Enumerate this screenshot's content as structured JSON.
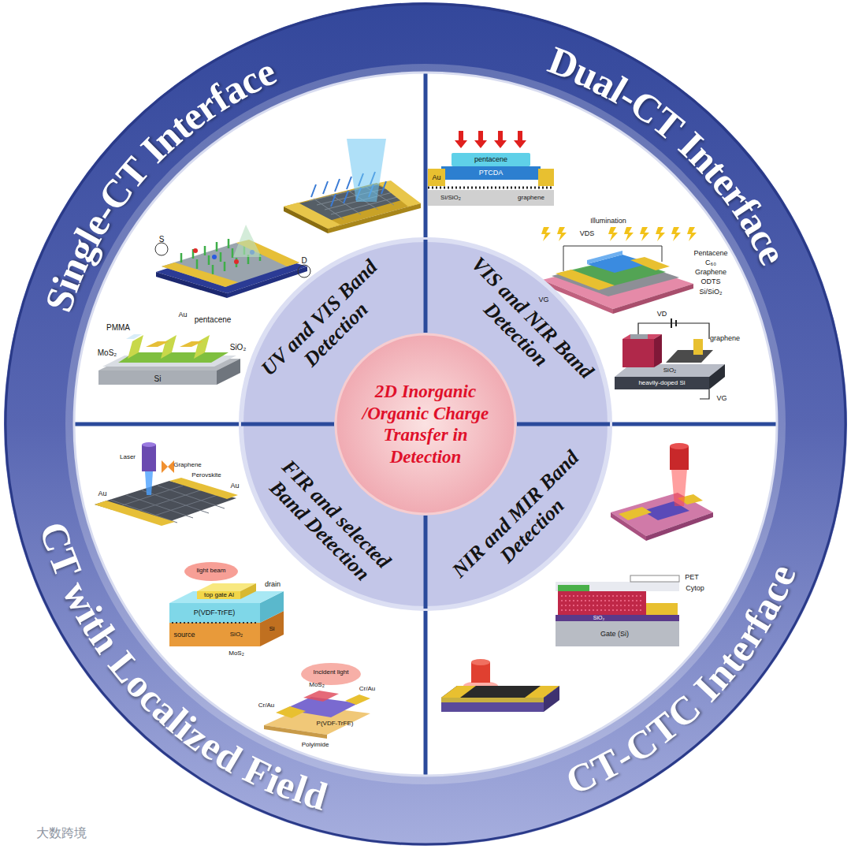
{
  "diagram": {
    "nodes": [
      {
        "text": [
          "Single-CT Interface",
          "Dual-CT Interface",
          "CT with Localized Field",
          "CT-CTC Interface"
        ]
      },
      {
        "text": [
          "UV and VIS Band Detection",
          "VIS and NIR Band Detection",
          "FIR and selected Band Detection",
          "NIR and MIR Band Detection"
        ],
        "in": 0
      },
      {
        "text": [
          "2D Inorganic /Organic Charge Transfer in Detection"
        ],
        "in": 1
      }
    ],
    "labels": [
      "S",
      "D",
      "PMMA",
      "Au",
      "pentacene",
      "MoS₂",
      "SiO₂",
      "Si",
      "Au",
      "pentacene",
      "PTCDA",
      "Si/SiO₂",
      "graphene",
      "Illumination",
      "VDS",
      "Pentacene",
      "C₆₀",
      "Graphene",
      "ODTS",
      "Si/SiO₂",
      "VG",
      "VD",
      "graphene",
      "SiO₂",
      "heavily-doped Si",
      "VG",
      "Laser",
      "Graphene",
      "Perovskite",
      "Au",
      "Au",
      "light beam",
      "drain",
      "top gate Al",
      "source",
      "P(VDF-TrFE)",
      "SiO₂",
      "Si",
      "MoS₂",
      "Incident light",
      "Cr/Au",
      "Cr/Au",
      "P(VDF-TrFE)",
      "MoS₂",
      "Polyimide",
      "PET",
      "Cytop",
      "SiO₂",
      "Gate (Si)",
      "大数跨境"
    ]
  }
}
